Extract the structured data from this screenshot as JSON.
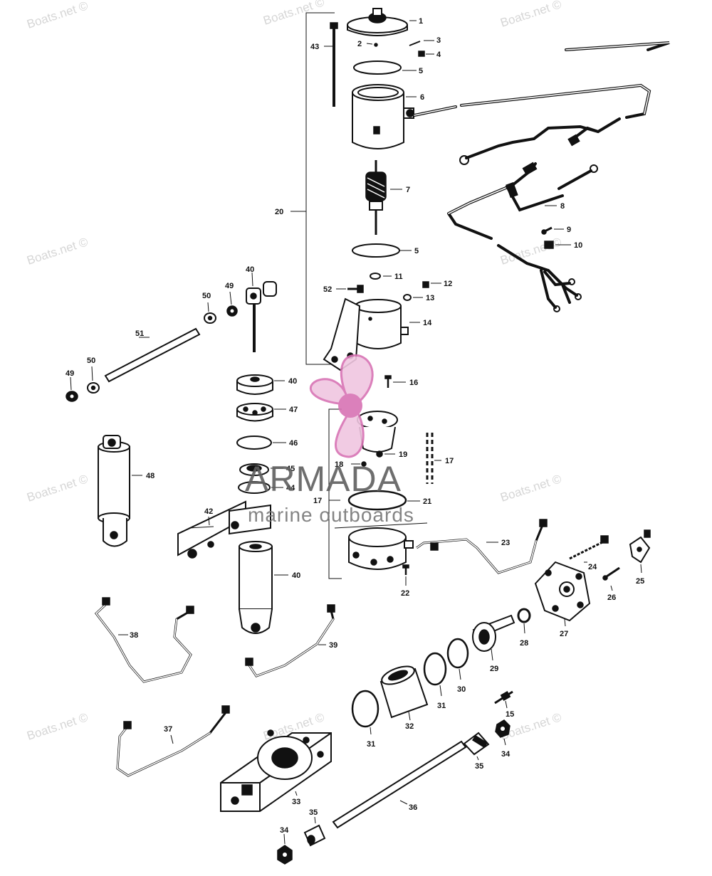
{
  "watermark": {
    "site_text": "Boats.net ©"
  },
  "logo": {
    "brand": "ARMADA",
    "tagline": "marine outboards",
    "colors": {
      "pink": "#d873b4",
      "pink_light": "#f0c6e1",
      "gray": "#5f5f5f"
    }
  },
  "part_labels": {
    "p1": "1",
    "p2": "2",
    "p3": "3",
    "p4": "4",
    "p5a": "5",
    "p5b": "5",
    "p6": "6",
    "p7": "7",
    "p8": "8",
    "p9": "9",
    "p10": "10",
    "p11": "11",
    "p12": "12",
    "p13": "13",
    "p14": "14",
    "p15": "15",
    "p16": "16",
    "p17a": "17",
    "p17b": "17",
    "p18": "18",
    "p19": "19",
    "p20": "20",
    "p21": "21",
    "p22": "22",
    "p23": "23",
    "p24": "24",
    "p25": "25",
    "p26": "26",
    "p27": "27",
    "p28": "28",
    "p29": "29",
    "p30": "30",
    "p31a": "31",
    "p31b": "31",
    "p32": "32",
    "p33": "33",
    "p34a": "34",
    "p34b": "34",
    "p35a": "35",
    "p35b": "35",
    "p36": "36",
    "p37": "37",
    "p38": "38",
    "p39": "39",
    "p40a": "40",
    "p40b": "40",
    "p40c": "40",
    "p42": "42",
    "p43": "43",
    "p44": "44",
    "p45": "45",
    "p46": "46",
    "p47": "47",
    "p48": "48",
    "p49a": "49",
    "p49b": "49",
    "p50a": "50",
    "p50b": "50",
    "p51": "51",
    "p52": "52"
  }
}
